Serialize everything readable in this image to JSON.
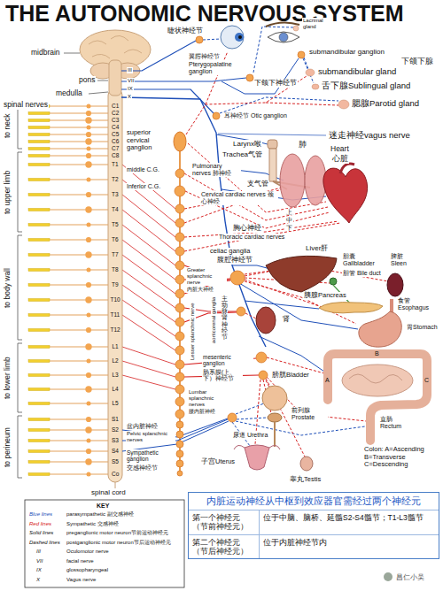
{
  "diagram": {
    "title": "THE AUTONOMIC NERVOUS SYSTEM",
    "nodes": [
      {
        "text": [
          "内脏运动神经从中枢到效应器官需经过两个神经元",
          "第一个神经元 （节前神经元）",
          "位于中脑、脑桥、延髓S2-S4髓节；T1-L3髓节",
          "第二个神经元 （节后神经元）",
          "位于内脏神经节内"
        ]
      }
    ],
    "labels": [
      "midbrain",
      "pons",
      "medulla",
      "spinal nerves",
      "III",
      "VII",
      "IX",
      "X",
      "to neck",
      "to upper limb",
      "to body wall",
      "to lower limb",
      "to perineum",
      "C1",
      "C2",
      "C3",
      "C4",
      "C5",
      "C6",
      "C7",
      "C8",
      "T1",
      "T2",
      "T3",
      "T4",
      "T5",
      "T6",
      "T7",
      "T8",
      "T9",
      "T10",
      "T11",
      "T12",
      "L1",
      "L2",
      "L3",
      "L4",
      "L5",
      "S1",
      "S2",
      "S3",
      "S4",
      "S5",
      "Co",
      "superior cervical ganglion",
      "middle C.G.",
      "Inferior C.G.",
      "睫状神经节",
      "Lacrimal gland",
      "翼腭神经节",
      "Pterygopalatine ganglion",
      "submandibular ganglion",
      "下颌下腺",
      "submandibular gland",
      "下颌下神经节",
      "舌下腺Sublingual gland",
      "腮腺Parotid gland",
      "耳神经节 Otic ganglion",
      "迷走神经vagus nerve",
      "Larynx喉",
      "Trachea气管",
      "肺",
      "Heart",
      "心脏",
      "Pulmonary nerves 肺神经",
      "支气管",
      "Cervical cardiac nerves 颈心神经",
      "上",
      "中",
      "下",
      "胸心神经",
      "Thoracic cardiac nerves",
      "Liver肝",
      "celiac ganglia",
      "腹腔神经节",
      "Greater splanchnic nerve",
      "内脏大神经",
      "Lesser splanchnic nerve",
      "aorticorenal ganglia",
      "主动脉肾神经节",
      "胆囊 Gallbladder",
      "胆管 Bile duct",
      "脾脏 Sleen",
      "胰腺Pancreas",
      "肾",
      "食管 Esophagus",
      "胃Stomach",
      "mesenteric ganglion",
      "肠系膜(上、 下）神经节",
      "膀胱Bladder",
      "A",
      "B",
      "C",
      "前列腺 Prostate",
      "直肠 Rectum",
      "尿道 Urethra",
      "Lumbar splanchnic nerves",
      "腰内脏神经",
      "盆内脏神经",
      "Pelvic splanchnic nerves",
      "Sympathetic ganglion",
      "交感神经节",
      "子宫Uterus",
      "睾丸Testis",
      "Colon: A=Ascending B=Transverse C=Descending",
      "spinal cord",
      "KEY",
      "Blue lines",
      "Red lines",
      "Solid lines",
      "Dashed lines",
      "III",
      "VII",
      "IX",
      "X",
      "昌仁小吴"
    ],
    "legend": [
      {
        "text": "parasympathetic 副交感神经"
      },
      {
        "text": "Sympathetic 交感神经"
      },
      {
        "text": "preganglionic motor neuron节前运动神经元"
      },
      {
        "text": "postganglionic motor neuron节后运动神经元"
      },
      {
        "text": "Oculomotor nerve"
      },
      {
        "text": "facial nerve"
      },
      {
        "text": "glossopharyngeal"
      },
      {
        "text": "Vagus nerve"
      }
    ]
  }
}
